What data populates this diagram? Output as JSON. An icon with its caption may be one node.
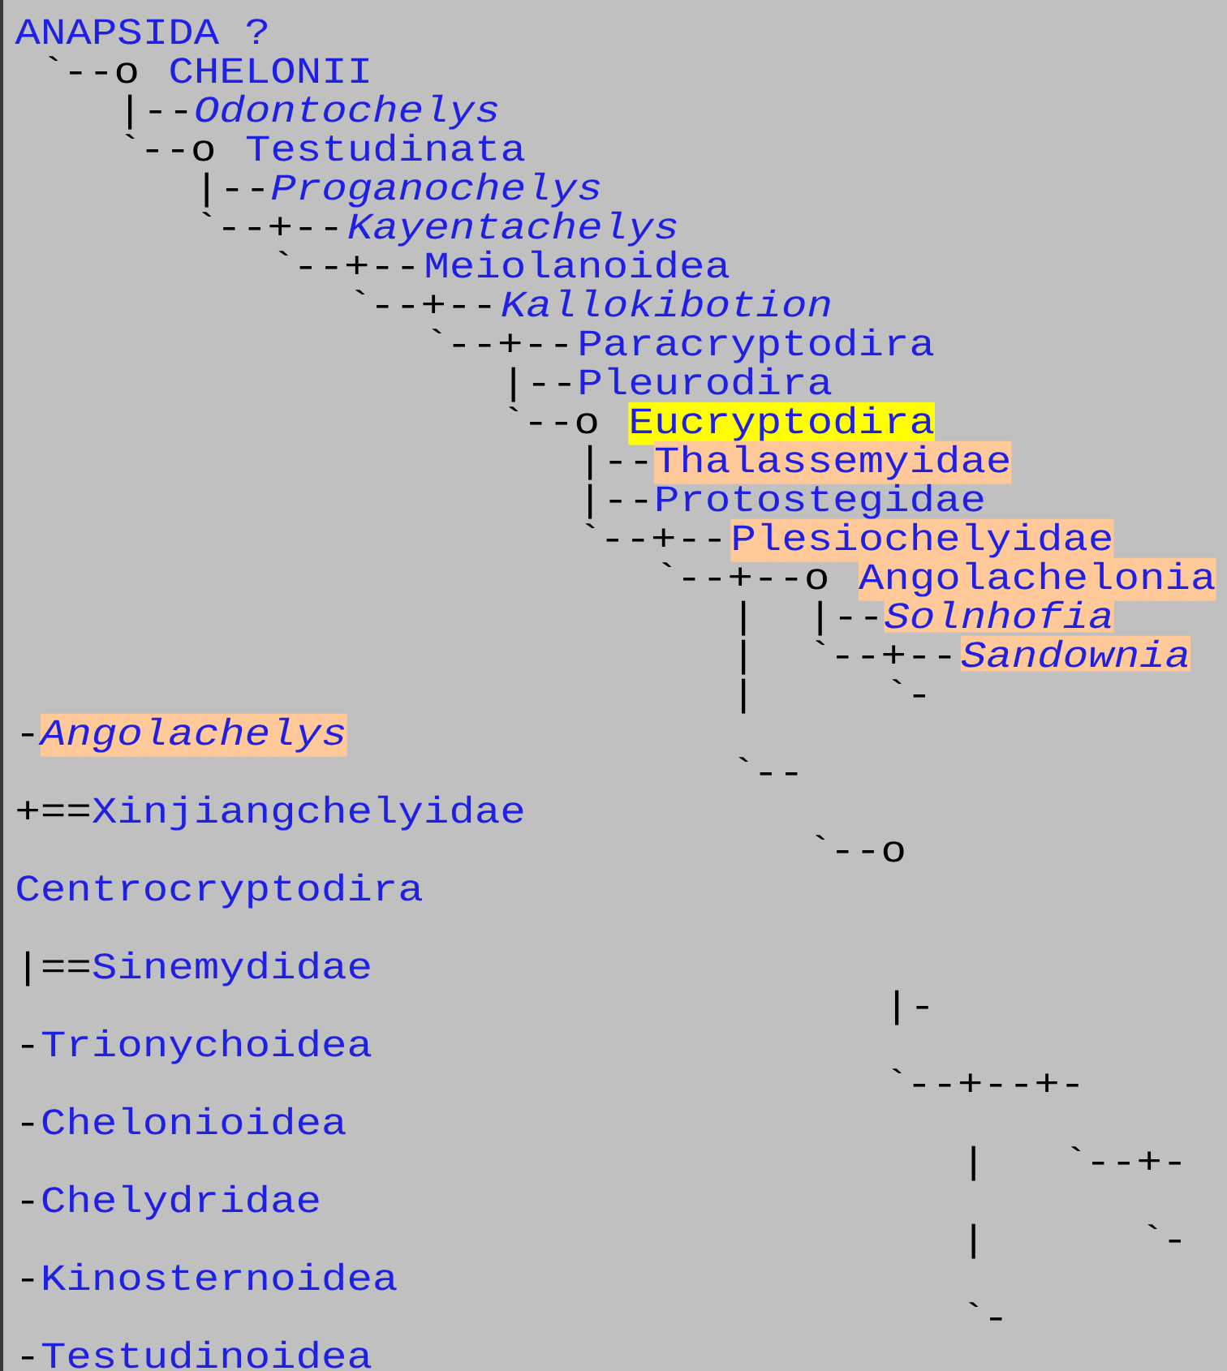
{
  "diagram": {
    "nodes": [
      {
        "text": [
          "Eucryptodira"
        ]
      },
      {
        "text": [
          "Thalassemyidae"
        ]
      },
      {
        "text": [
          "Plesiochelyidae"
        ]
      },
      {
        "text": [
          "Angolachelonia"
        ]
      },
      {
        "text": [
          "Solnhofia"
        ]
      },
      {
        "text": [
          "Sandownia"
        ]
      },
      {
        "text": [
          "Angolachelys"
        ]
      }
    ],
    "labels": [
      "ANAPSIDA ?",
      "`--o",
      "CHELONII",
      "|--",
      "Odontochelys",
      "`--o",
      "Testudinata",
      "|--",
      "Proganochelys",
      "`--+--",
      "Kayentachelys",
      "`--+--",
      "Meiolanoidea",
      "`--+--",
      "Kallokibotion",
      "`--+--",
      "Paracryptodira",
      "|--",
      "Pleurodira",
      "`--o",
      "|--",
      "|--",
      "Protostegidae",
      "`--+--",
      "`--+--o",
      "|",
      "|--",
      "|",
      "`--+--",
      "|",
      "`-",
      "-",
      "`--",
      "+==",
      "Xinjiangchelyidae",
      "`--o",
      "Centrocryptodira",
      "|==",
      "Sinemydidae",
      "|-",
      "-",
      "Trionychoidea",
      "`--+--+-",
      "-",
      "Chelonioidea",
      "|",
      "`--+-",
      "-",
      "Chelydridae",
      "|",
      "`-",
      "-",
      "Kinosternoidea",
      "`-",
      "-",
      "Testudinoidea"
    ]
  }
}
